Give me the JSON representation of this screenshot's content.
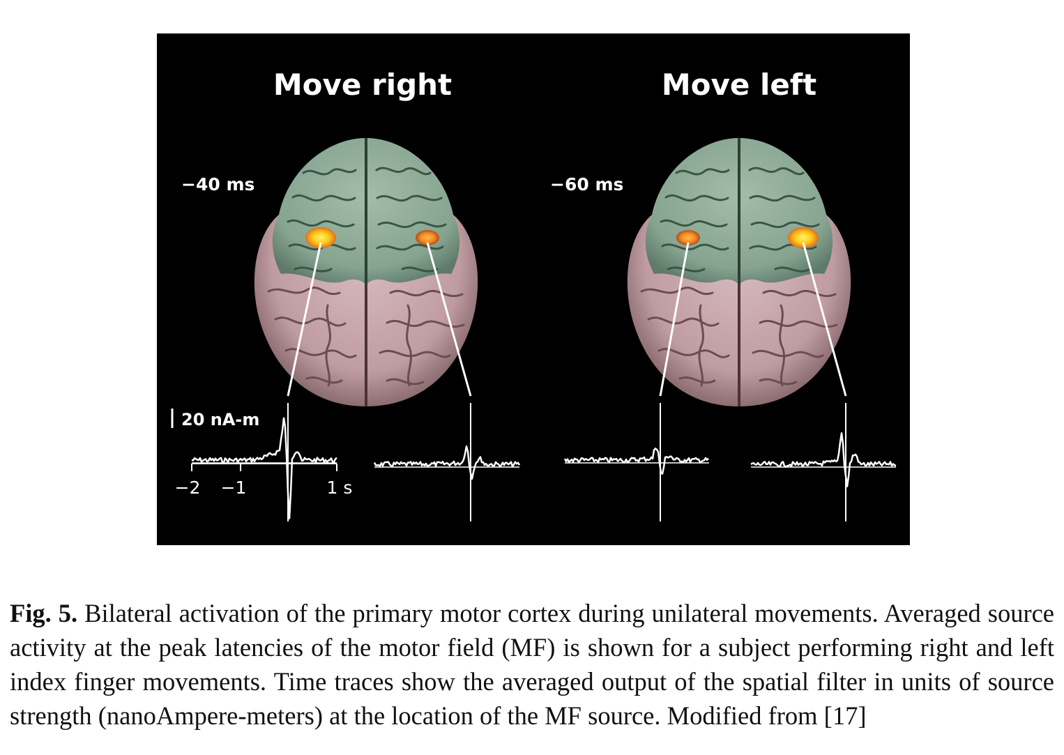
{
  "figure": {
    "panels": [
      {
        "title": "Move right",
        "latency": "−40 ms",
        "foci": [
          "strong",
          "weak"
        ]
      },
      {
        "title": "Move left",
        "latency": "−60 ms",
        "foci": [
          "weak",
          "strong"
        ]
      }
    ],
    "scale_bar": "20 nA-m",
    "time_ticks": [
      "−2",
      "−1",
      "1 s"
    ],
    "colors": {
      "background": "#000000",
      "motor_cortex": "#8fac99",
      "posterior_cortex": "#c9a7ab",
      "activation_strong": "#ffd21a",
      "activation_weak": "#f0902a",
      "trace": "#ffffff"
    }
  },
  "caption": {
    "label": "Fig. 5.",
    "text": "Bilateral activation of the primary motor cortex during unilateral movements. Averaged source activity at the peak latencies of the motor field (MF) is shown for a subject performing right and left index finger movements. Time traces show the averaged output of the spatial filter in units of source strength (nanoAmpere-meters) at the location of the MF source. Modified from [17]"
  }
}
